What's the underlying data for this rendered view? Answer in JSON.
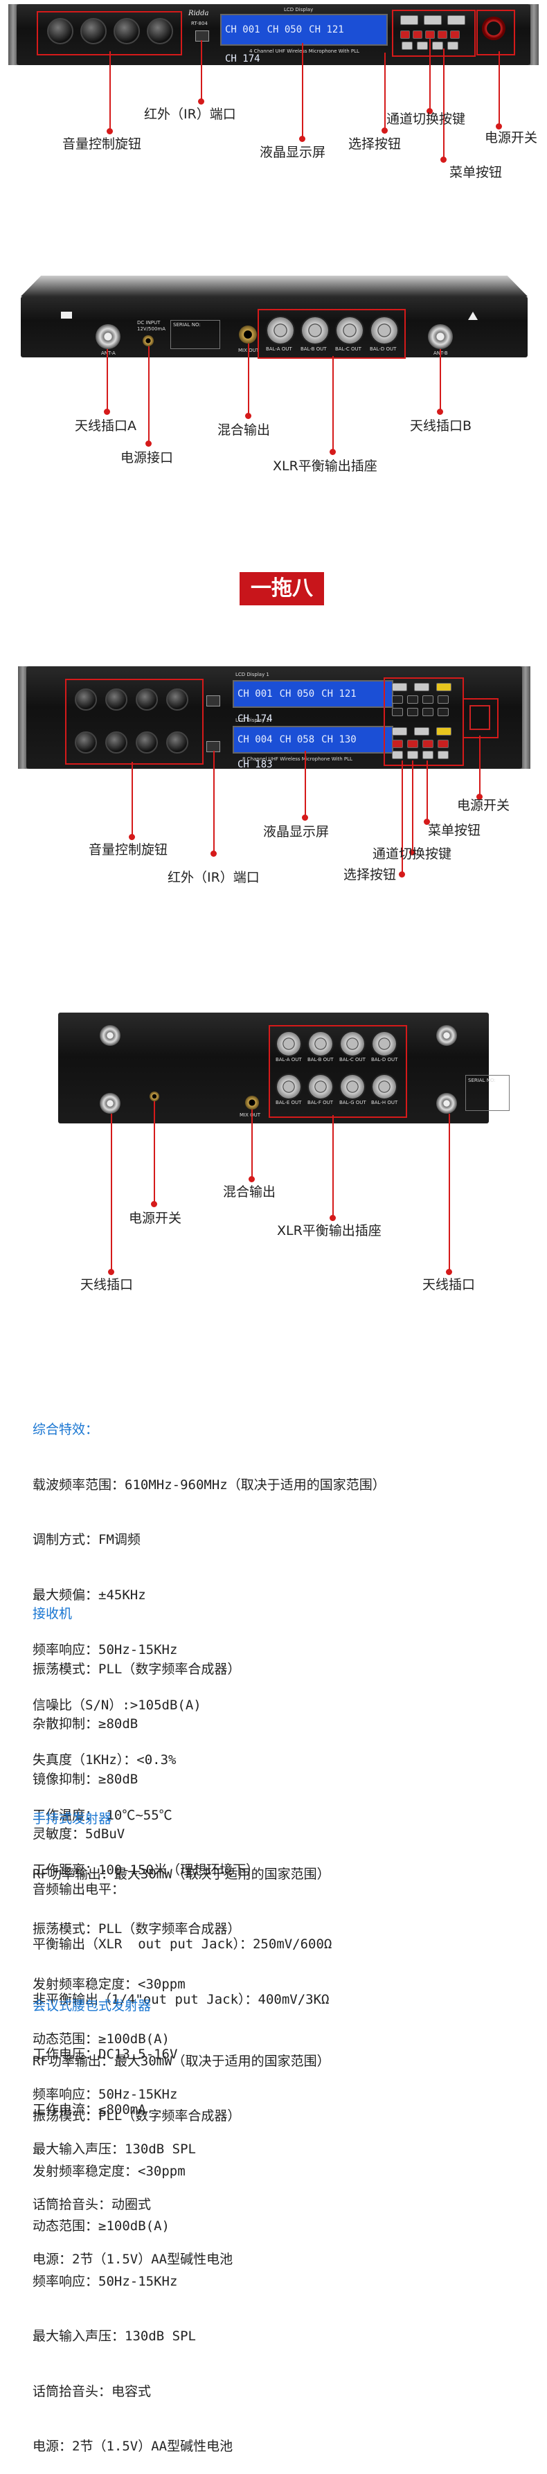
{
  "section1": {
    "brand": "Ridda",
    "model": "RT-804",
    "lcd_title": "LCD Display",
    "lcd_channels": [
      "CH 001",
      "CH 050",
      "CH 121",
      "CH 174"
    ],
    "panel_caption": "4 Channel UHF Wireless Microphone With PLL",
    "labels": {
      "ir_port": "红外（IR）端口",
      "volume_knobs": "音量控制旋钮",
      "lcd_screen": "液晶显示屏",
      "select_buttons": "选择按钮",
      "channel_switch": "通道切换按键",
      "menu_buttons": "菜单按钮",
      "power_switch": "电源开关"
    }
  },
  "section2": {
    "panel_text": {
      "dc_input": "DC INPUT",
      "dc_spec": "12V/500mA",
      "serial": "SERIAL NO:",
      "mix_out": "MIX OUT",
      "bal_outs": [
        "BAL-A OUT",
        "BAL-B OUT",
        "BAL-C OUT",
        "BAL-D OUT"
      ],
      "ant_a": "ANT-A",
      "ant_b": "ANT-B"
    },
    "labels": {
      "antenna_a": "天线插口A",
      "power_jack": "电源接口",
      "mix_output": "混合输出",
      "xlr_output": "XLR平衡输出插座",
      "antenna_b": "天线插口B"
    }
  },
  "banner": "一拖八",
  "section3": {
    "lcd_title_1": "LCD Display 1",
    "lcd_title_2": "LCD Display 2",
    "lcd_row1": [
      "CH 001",
      "CH 050",
      "CH 121",
      "CH 174"
    ],
    "lcd_row2": [
      "CH 004",
      "CH 058",
      "CH 130",
      "CH 183"
    ],
    "panel_caption": "8 Channel UHF Wireless Microphone With PLL",
    "labels": {
      "power_switch": "电源开关",
      "menu_buttons": "菜单按钮",
      "volume_knobs": "音量控制旋钮",
      "lcd_screen": "液晶显示屏",
      "channel_switch": "通道切换按键",
      "ir_port": "红外（IR）端口",
      "select_buttons": "选择按钮"
    }
  },
  "section4": {
    "panel_text": {
      "serial": "SERIAL NO:",
      "mix_out": "MIX OUT",
      "bal_outs": [
        "BAL-A OUT",
        "BAL-B OUT",
        "BAL-C OUT",
        "BAL-D OUT",
        "BAL-E OUT",
        "BAL-F OUT",
        "BAL-G OUT",
        "BAL-H OUT"
      ]
    },
    "labels": {
      "power_switch": "电源开关",
      "mix_output": "混合输出",
      "xlr_output": "XLR平衡输出插座",
      "antenna_left": "天线插口",
      "antenna_right": "天线插口"
    }
  },
  "specs": [
    {
      "heading": "综合特效：",
      "lines": [
        "载波频率范围：610MHz-960MHz（取决于适用的国家范围）",
        "调制方式：FM调频",
        "最大频偏：±45KHz",
        "频率响应：50Hz-15KHz",
        "信噪比（S/N）:>105dB(A)",
        "失真度（1KHz）：<0.3%",
        "工作温度：-10℃~55℃",
        "工作距离：100-150米（理想环境下）"
      ]
    },
    {
      "heading": "接收机",
      "lines": [
        "振荡模式：PLL（数字频率合成器）",
        "杂散抑制：≥80dB",
        "镜像抑制：≥80dB",
        "灵敏度：5dBuV",
        "音频输出电平：",
        "平衡输出（XLR  out put Jack）：250mV/600Ω",
        "非平衡输出（1/4\"out put Jack）：400mV/3KΩ",
        "工作电压：DC13.5-16V",
        "工作电流：≤800mA"
      ]
    },
    {
      "heading": "手持式发射器",
      "lines": [
        "RF功率输出：最大30mW（取决于适用的国家范围）",
        "振荡模式：PLL（数字频率合成器）",
        "发射频率稳定度：<30ppm",
        "动态范围：≥100dB(A)",
        "频率响应：50Hz-15KHz",
        "最大输入声压：130dB SPL",
        "话筒拾音头：动圈式",
        "电源：2节（1.5V）AA型碱性电池"
      ]
    },
    {
      "heading": "会议式腰包式发射器",
      "lines": [
        "RF功率输出：最大30mW（取决于适用的国家范围）",
        "振荡模式：PLL（数字频率合成器）",
        "发射频率稳定度：<30ppm",
        "动态范围：≥100dB(A)",
        "频率响应：50Hz-15KHz",
        "最大输入声压：130dB SPL",
        "话筒拾音头：电容式",
        "电源：2节（1.5V）AA型碱性电池"
      ]
    }
  ]
}
